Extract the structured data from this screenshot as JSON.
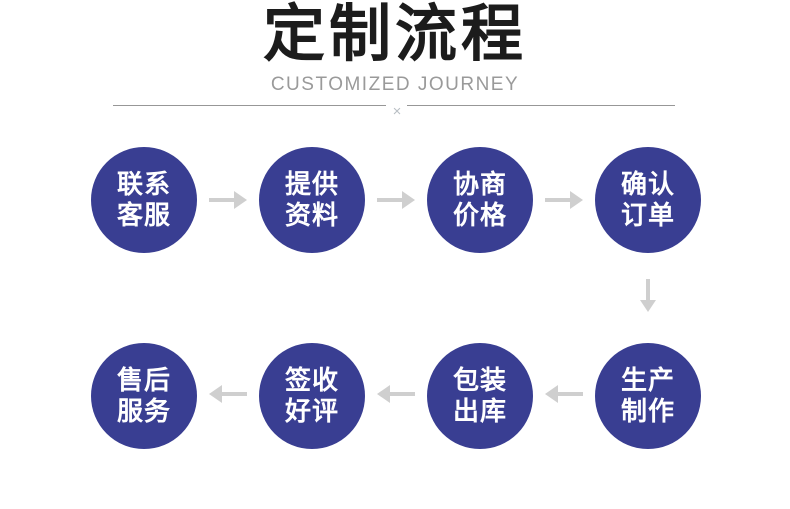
{
  "header": {
    "title": "定制流程",
    "subtitle": "CUSTOMIZED JOURNEY",
    "divider_symbol": "×"
  },
  "flow": {
    "row1": [
      {
        "line1": "联系",
        "line2": "客服"
      },
      {
        "line1": "提供",
        "line2": "资料"
      },
      {
        "line1": "协商",
        "line2": "价格"
      },
      {
        "line1": "确认",
        "line2": "订单"
      }
    ],
    "row2": [
      {
        "line1": "售后",
        "line2": "服务"
      },
      {
        "line1": "签收",
        "line2": "好评"
      },
      {
        "line1": "包装",
        "line2": "出库"
      },
      {
        "line1": "生产",
        "line2": "制作"
      }
    ]
  },
  "colors": {
    "circle": "#393e92",
    "step_text": "#ffffff",
    "arrow": "#cfcfcf",
    "title": "#1c1c1c",
    "subtitle": "#9a9a9a",
    "divider_line": "#979797",
    "divider_symbol": "#b9bfc4",
    "background": "#ffffff"
  }
}
